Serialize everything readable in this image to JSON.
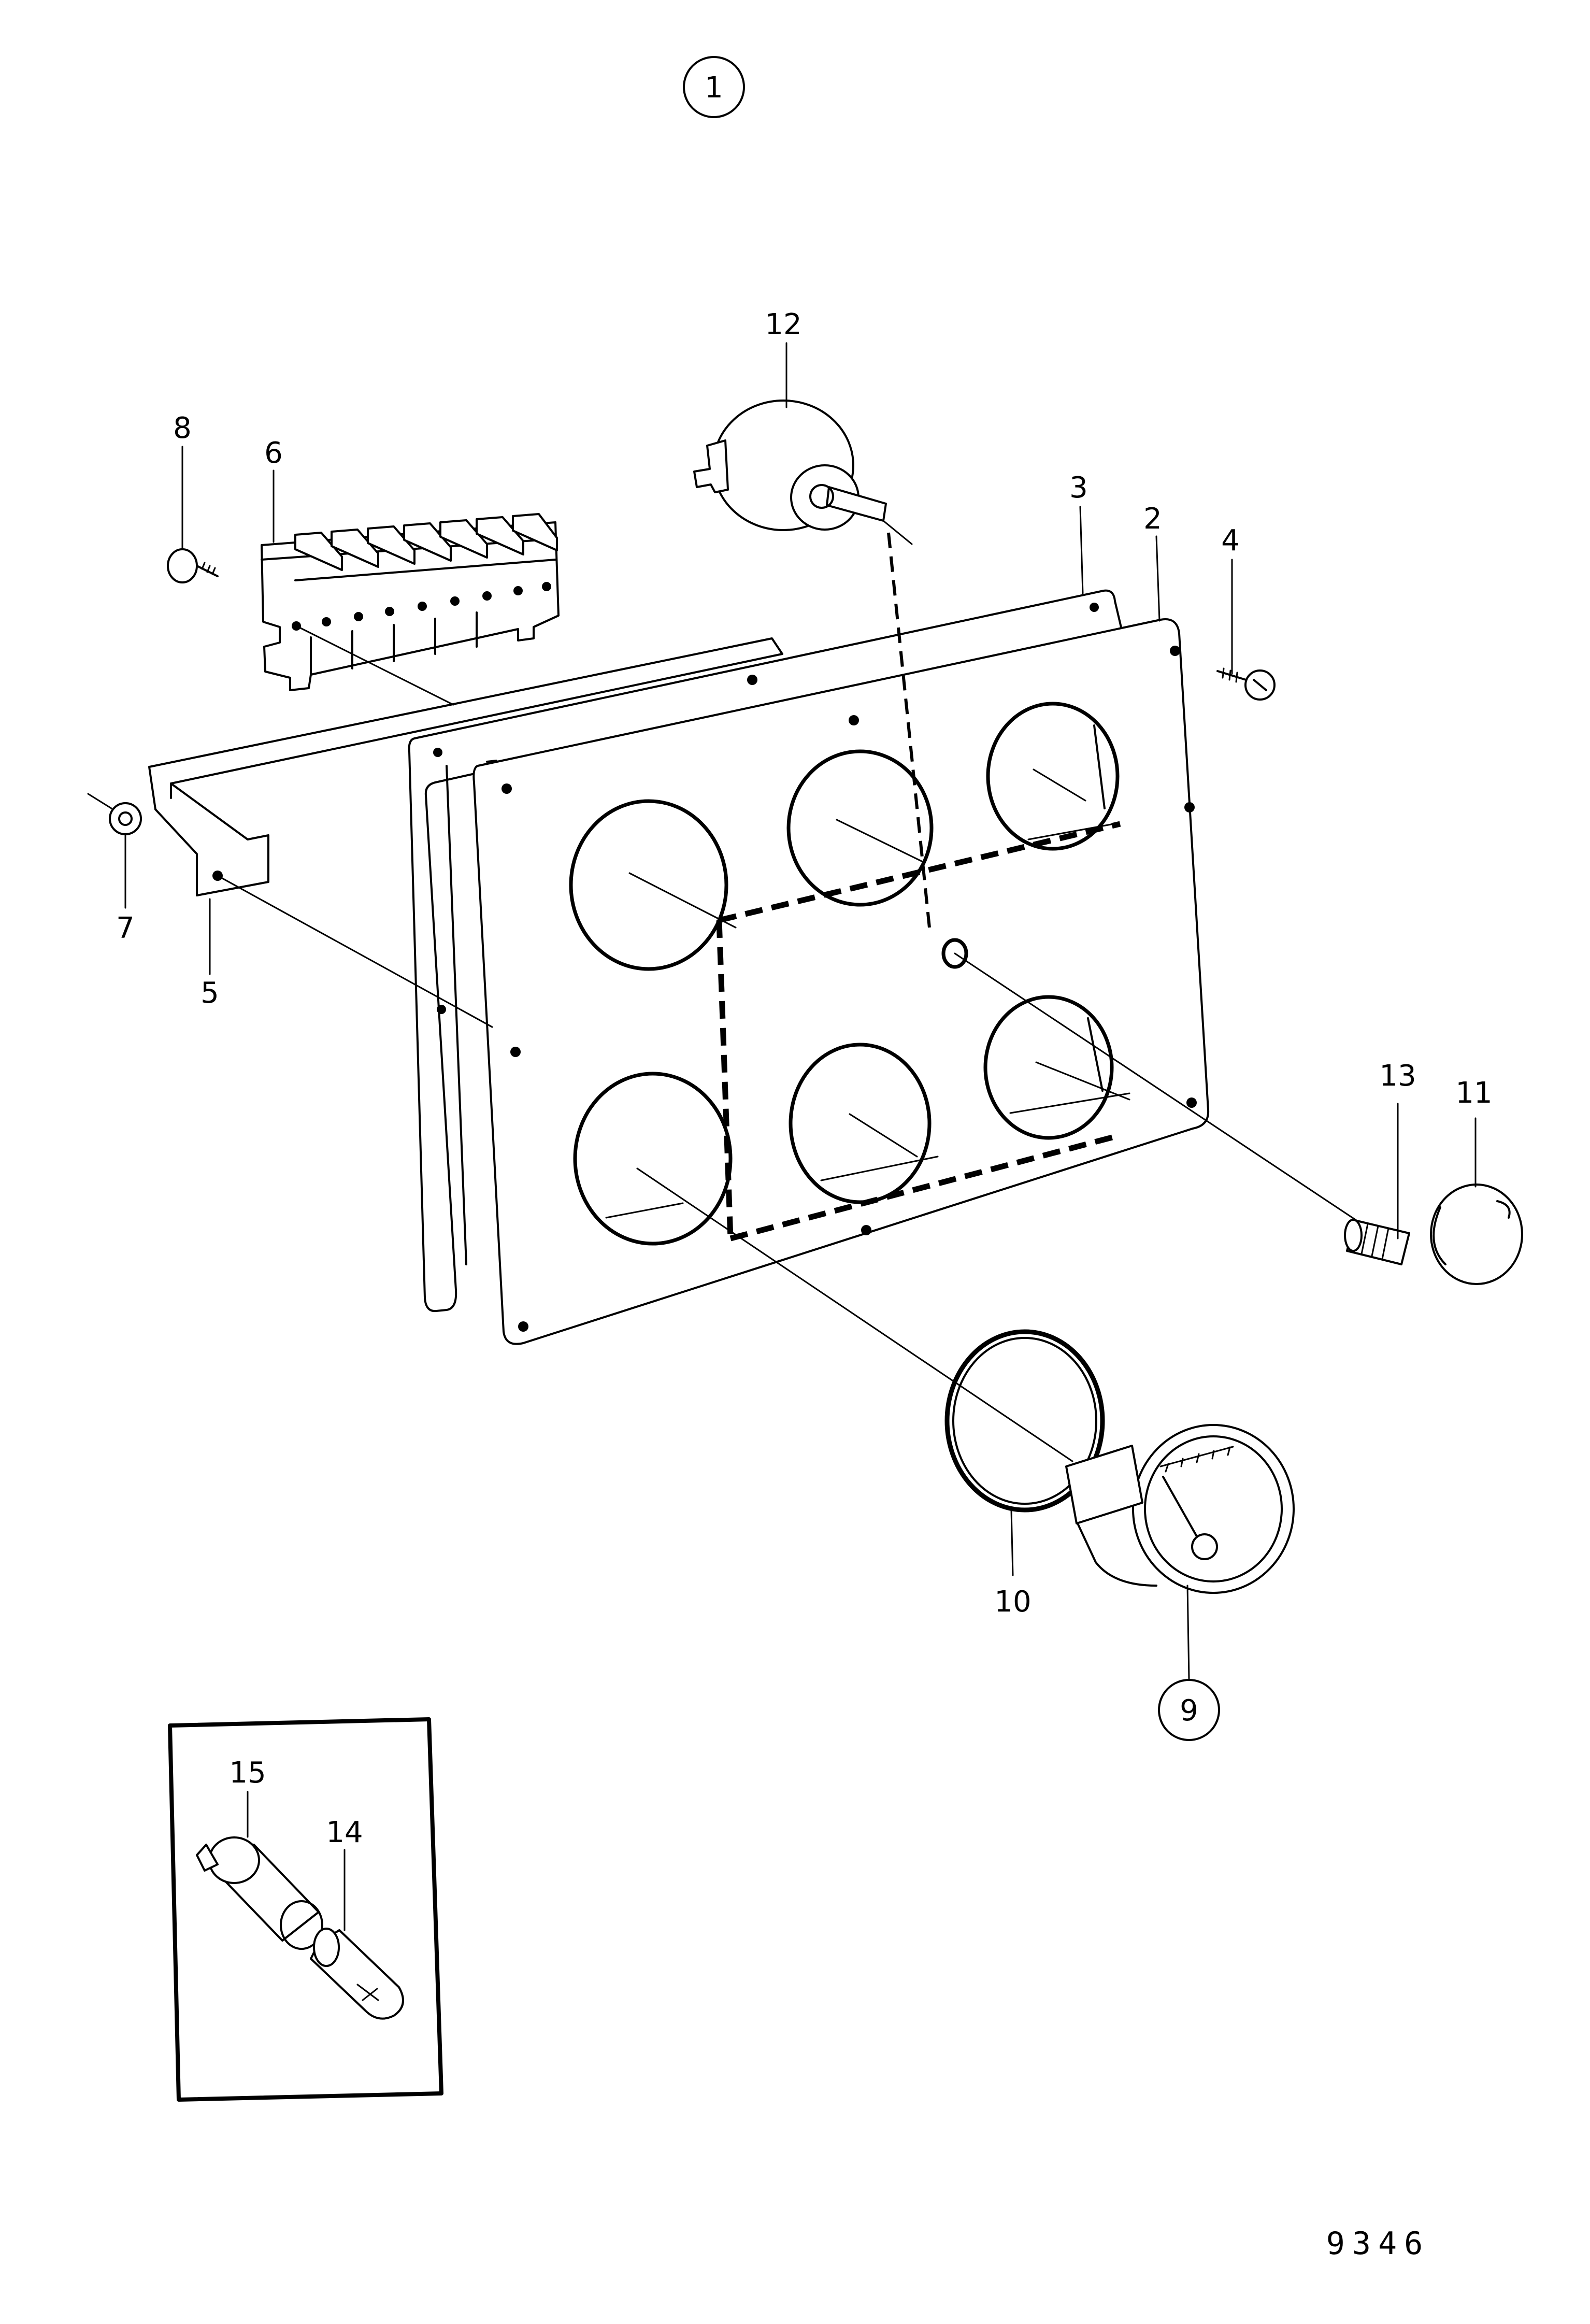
{
  "diagram": {
    "parts": [
      {
        "id": "p1",
        "label": "1",
        "circled": true
      },
      {
        "id": "p2",
        "label": "2"
      },
      {
        "id": "p3",
        "label": "3"
      },
      {
        "id": "p4",
        "label": "4"
      },
      {
        "id": "p5",
        "label": "5"
      },
      {
        "id": "p6",
        "label": "6"
      },
      {
        "id": "p7",
        "label": "7"
      },
      {
        "id": "p8",
        "label": "8"
      },
      {
        "id": "p9",
        "label": "9",
        "circled": true
      },
      {
        "id": "p10",
        "label": "10"
      },
      {
        "id": "p11",
        "label": "11"
      },
      {
        "id": "p12",
        "label": "12"
      },
      {
        "id": "p13",
        "label": "13"
      },
      {
        "id": "p14",
        "label": "14"
      },
      {
        "id": "p15",
        "label": "15"
      }
    ],
    "drawing_number": "9346"
  }
}
